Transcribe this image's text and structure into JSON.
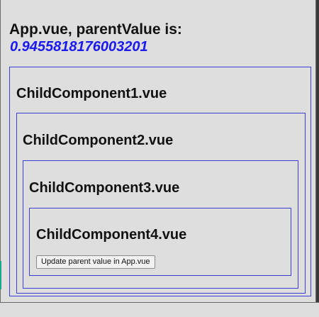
{
  "app": {
    "heading": "App.vue, parentValue is:",
    "parent_value": "0.9455818176003201"
  },
  "children": [
    {
      "title": "ChildComponent1.vue"
    },
    {
      "title": "ChildComponent2.vue"
    },
    {
      "title": "ChildComponent3.vue"
    },
    {
      "title": "ChildComponent4.vue",
      "button_label": "Update parent value in App.vue"
    }
  ],
  "colors": {
    "border": "#3d3dd8",
    "value_text": "#1a1aee",
    "background": "#dedede"
  }
}
